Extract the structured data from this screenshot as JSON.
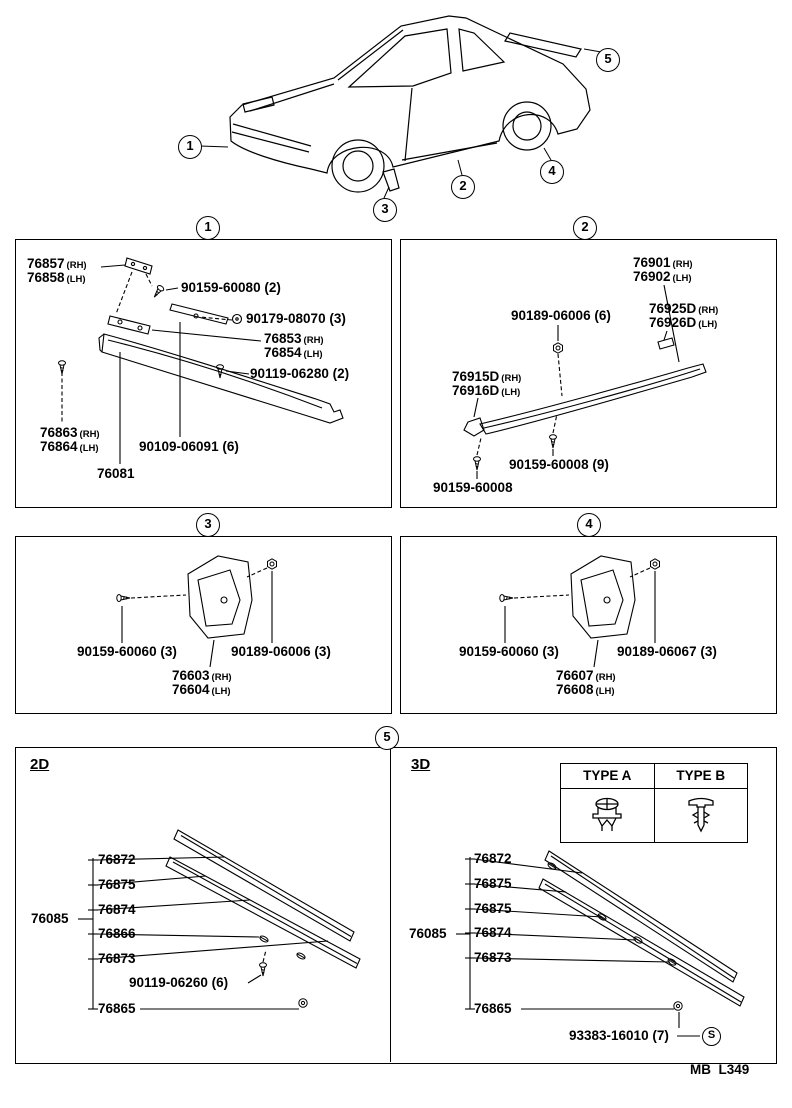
{
  "page": {
    "footer": "MB  L349"
  },
  "overview": {
    "callouts": {
      "c1": "1",
      "c2": "2",
      "c3": "3",
      "c4": "4",
      "c5": "5"
    }
  },
  "panel1": {
    "header": "1",
    "l76857": {
      "num": "76857",
      "suf": "(RH)"
    },
    "l76858": {
      "num": "76858",
      "suf": "(LH)"
    },
    "l90159_60080": "90159-60080 (2)",
    "l90179_08070": "90179-08070 (3)",
    "l76853": {
      "num": "76853",
      "suf": "(RH)"
    },
    "l76854": {
      "num": "76854",
      "suf": "(LH)"
    },
    "l90119_06280": "90119-06280 (2)",
    "l76863": {
      "num": "76863",
      "suf": "(RH)"
    },
    "l76864": {
      "num": "76864",
      "suf": "(LH)"
    },
    "l90109_06091": "90109-06091 (6)",
    "l76081": "76081"
  },
  "panel2": {
    "header": "2",
    "l76901": {
      "num": "76901",
      "suf": "(RH)"
    },
    "l76902": {
      "num": "76902",
      "suf": "(LH)"
    },
    "l90189_06006": "90189-06006 (6)",
    "l76925": {
      "num": "76925D",
      "suf": "(RH)"
    },
    "l76926": {
      "num": "76926D",
      "suf": "(LH)"
    },
    "l76915": {
      "num": "76915D",
      "suf": "(RH)"
    },
    "l76916": {
      "num": "76916D",
      "suf": "(LH)"
    },
    "l90159_60008_9": "90159-60008 (9)",
    "l90159_60008": "90159-60008"
  },
  "panel3": {
    "header": "3",
    "l90159_60060": "90159-60060 (3)",
    "l90189_06006": "90189-06006 (3)",
    "l76603": {
      "num": "76603",
      "suf": "(RH)"
    },
    "l76604": {
      "num": "76604",
      "suf": "(LH)"
    }
  },
  "panel4": {
    "header": "4",
    "l90159_60060": "90159-60060 (3)",
    "l90189_06067": "90189-06067 (3)",
    "l76607": {
      "num": "76607",
      "suf": "(RH)"
    },
    "l76608": {
      "num": "76608",
      "suf": "(LH)"
    }
  },
  "panel5": {
    "header": "5",
    "left_title": "2D",
    "right_title": "3D",
    "type_legend": {
      "a": "TYPE A",
      "b": "TYPE B"
    },
    "left": {
      "l76872": "76872",
      "l76875": "76875",
      "l76874": "76874",
      "l76866": "76866",
      "l76873": "76873",
      "l76085": "76085",
      "l90119_06260": "90119-06260 (6)",
      "l76865": "76865"
    },
    "right": {
      "l76872": "76872",
      "l76875a": "76875",
      "l76875b": "76875",
      "l76874": "76874",
      "l76873": "76873",
      "l76085": "76085",
      "l76865": "76865",
      "l93383_16010": "93383-16010 (7)",
      "s_mark": "S"
    }
  }
}
